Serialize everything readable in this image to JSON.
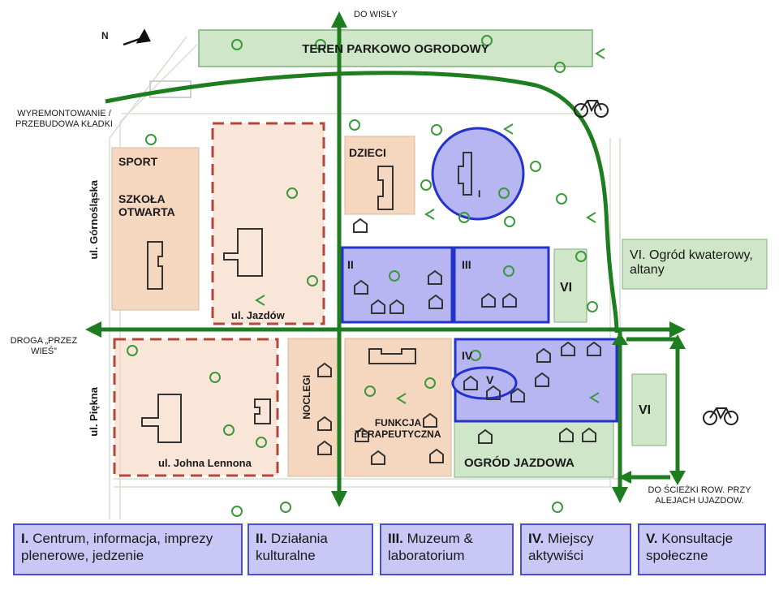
{
  "map": {
    "top_park": "TEREN PARKOWO OGRODOWY",
    "to_vistula": "DO WISŁY",
    "bridge_note": "WYREMONTOWANIE / PRZEBUDOWA KŁADKI",
    "road_note": "DROGA „PRZEZ WIEŚ”",
    "alleys_note": "DO ŚCIEŻKI ROW. PRZY ALEJACH UJAZDOW.",
    "north_symbol": "N"
  },
  "streets": {
    "gornoslaska": "ul. Górnośląska",
    "piekna": "ul. Piękna",
    "jazdow": "ul. Jazdów",
    "lennona": "ul. Johna Lennona"
  },
  "zones": {
    "sport": "SPORT",
    "school": "SZKOŁA OTWARTA",
    "kids": "DZIECI",
    "lodging": "NOCLEGI",
    "therapy": "FUNKCJA TERAPEUTYCZNA",
    "garden": "OGRÓD JAZDOWA",
    "allotment": "VI. Ogród kwaterowy, altany"
  },
  "roman_labels": {
    "i": "I",
    "ii": "II",
    "iii": "III",
    "iv": "IV",
    "v": "V",
    "vi_a": "VI",
    "vi_b": "VI"
  },
  "legend": [
    {
      "num": "I.",
      "text": "Centrum, informacja, imprezy plenerowe, jedzenie"
    },
    {
      "num": "II.",
      "text": "Działania kulturalne"
    },
    {
      "num": "III.",
      "text": "Muzeum & laboratorium"
    },
    {
      "num": "IV.",
      "text": "Miejscy aktywiści"
    },
    {
      "num": "V.",
      "text": "Konsultacje społeczne"
    }
  ],
  "icons": [
    "tree-icon",
    "house-icon",
    "bicycle-icon",
    "arrow-icon",
    "north-arrow-icon"
  ],
  "colors": {
    "green_route": "#1e7d1e",
    "zone_blue_fill": "#b7b5f2",
    "zone_blue_border": "#2233cc",
    "zone_orange_fill": "#f5d6bf",
    "zone_green_fill": "#cfe6c8",
    "dashed_red": "#b5463a"
  }
}
